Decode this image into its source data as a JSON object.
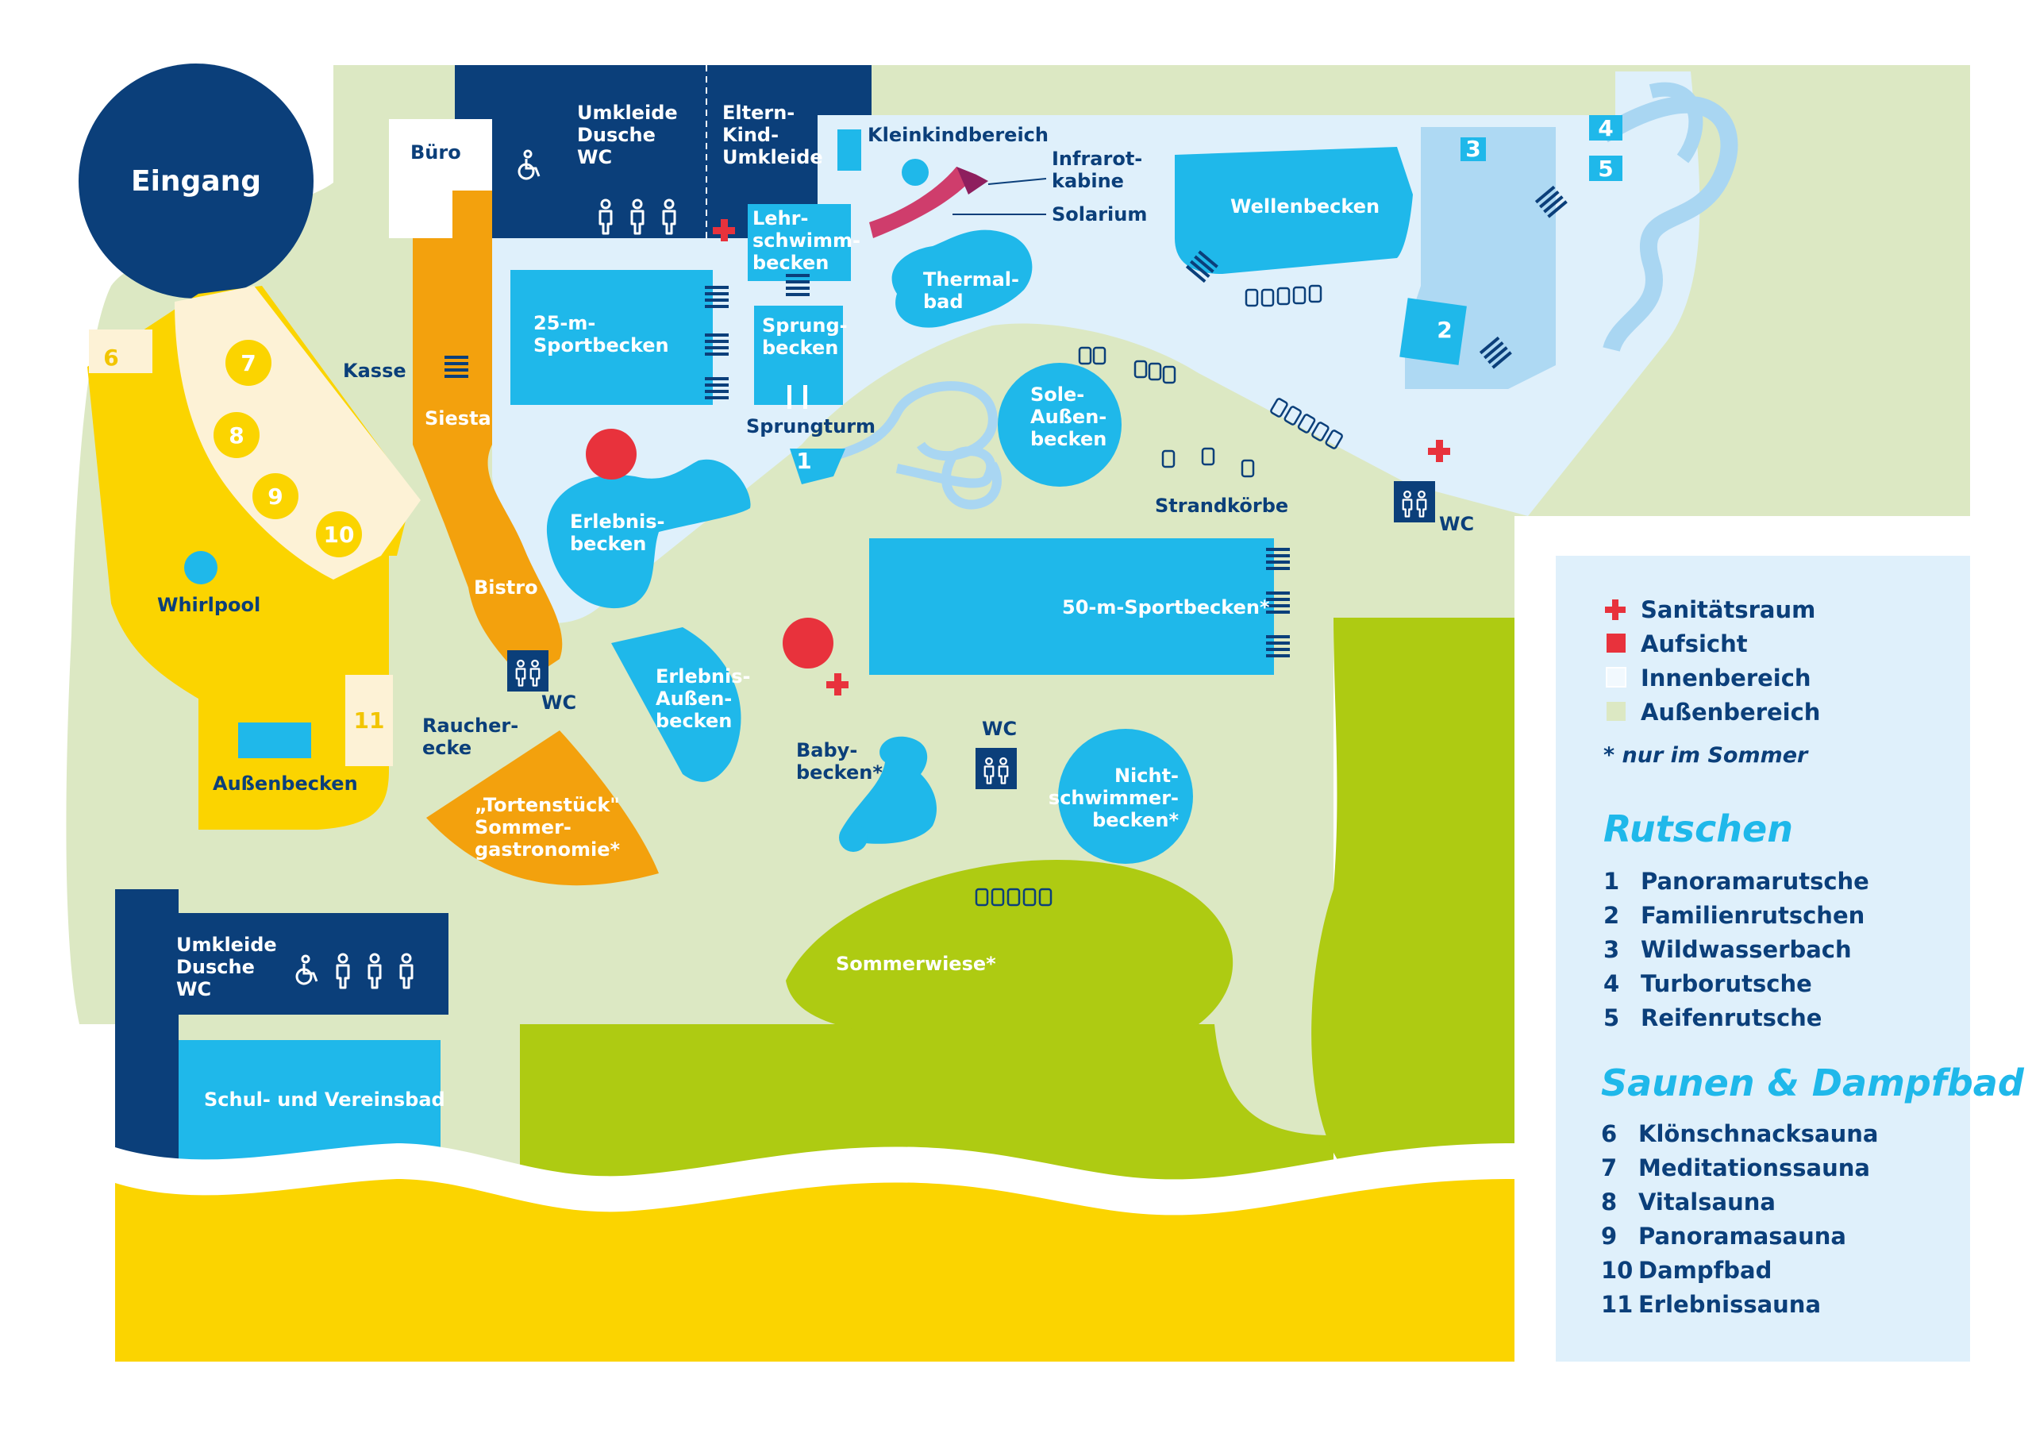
{
  "colors": {
    "navy": "#0b3f7a",
    "pool_blue": "#1fb8ea",
    "inner_light_blue": "#dff0fb",
    "outer_pale_green": "#dce8c3",
    "grass_green": "#aecb12",
    "yellow": "#fbd400",
    "cream": "#fdf2d6",
    "orange": "#f3a10d",
    "red": "#e8323c",
    "slide_outline": "#a9d6f2",
    "magenta_red": "#cf3d6c",
    "dark_magenta": "#8e1f5e"
  },
  "map": {
    "entrance": "Eingang",
    "buero": "Büro",
    "kasse": "Kasse",
    "siesta": "Siesta",
    "bistro": "Bistro",
    "whirlpool": "Whirlpool",
    "aussenbecken": "Außenbecken",
    "raucherecke": [
      "Raucher-",
      "ecke"
    ],
    "tortenstueck": [
      "„Tortenstück\"",
      "Sommer-",
      "gastronomie*"
    ],
    "umkleide_top": [
      "Umkleide",
      "Dusche",
      "WC"
    ],
    "eltern_kind": [
      "Eltern-",
      "Kind-",
      "Umkleide"
    ],
    "kleinkindbereich": "Kleinkindbereich",
    "infrarot": [
      "Infrarot-",
      "kabine"
    ],
    "solarium": "Solarium",
    "lehrschwimmbecken": [
      "Lehr-",
      "schwimm-",
      "becken"
    ],
    "sprungbecken": [
      "Sprung-",
      "becken"
    ],
    "sprungturm": "Sprungturm",
    "sportbecken25": [
      "25-m-",
      "Sportbecken"
    ],
    "thermalbad": [
      "Thermal-",
      "bad"
    ],
    "wellenbecken": "Wellenbecken",
    "erlebnisbecken": [
      "Erlebnis-",
      "becken"
    ],
    "sole_aussenbecken": [
      "Sole-",
      "Außen-",
      "becken"
    ],
    "strandkoerbe": "Strandkörbe",
    "sportbecken50": "50-m-Sportbecken*",
    "erlebnis_aussenbecken": [
      "Erlebnis-",
      "Außen-",
      "becken"
    ],
    "babybecken": [
      "Baby-",
      "becken*"
    ],
    "nichtschwimmerbecken": [
      "Nicht-",
      "schwimmer-",
      "becken*"
    ],
    "sommerwiese": "Sommerwiese*",
    "umkleide_bottom": [
      "Umkleide",
      "Dusche",
      "WC"
    ],
    "schulbad": "Schul- und Vereinsbad",
    "wc": "WC",
    "sauna_numbers": [
      "6",
      "7",
      "8",
      "9",
      "10",
      "11"
    ],
    "slide_numbers": [
      "1",
      "2",
      "3",
      "4",
      "5"
    ]
  },
  "legend": {
    "items": [
      {
        "label": "Sanitätsraum",
        "icon": "red-cross-icon"
      },
      {
        "label": "Aufsicht",
        "icon": "red-square-icon"
      },
      {
        "label": "Innenbereich",
        "icon": "light-blue-square-icon"
      },
      {
        "label": "Außenbereich",
        "icon": "pale-green-square-icon"
      }
    ],
    "note": "* nur im Sommer",
    "slides_title": "Rutschen",
    "slides": [
      {
        "num": "1",
        "name": "Panoramarutsche"
      },
      {
        "num": "2",
        "name": "Familienrutschen"
      },
      {
        "num": "3",
        "name": "Wildwasserbach"
      },
      {
        "num": "4",
        "name": "Turborutsche"
      },
      {
        "num": "5",
        "name": "Reifenrutsche"
      }
    ],
    "saunas_title": "Saunen & Dampfbad",
    "saunas": [
      {
        "num": "6",
        "name": "Klönschnacksauna"
      },
      {
        "num": "7",
        "name": "Meditationssauna"
      },
      {
        "num": "8",
        "name": "Vitalsauna"
      },
      {
        "num": "9",
        "name": "Panoramasauna"
      },
      {
        "num": "10",
        "name": "Dampfbad"
      },
      {
        "num": "11",
        "name": "Erlebnissauna"
      }
    ]
  }
}
